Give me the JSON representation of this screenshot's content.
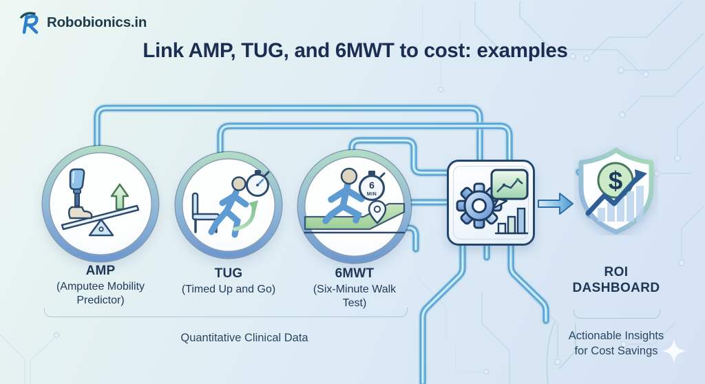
{
  "brand": {
    "name": "Robobionics.in"
  },
  "title": "Link AMP, TUG, and 6MWT to cost: examples",
  "metrics": [
    {
      "id": "amp",
      "abbr": "AMP",
      "full": "(Amputee Mobility Predictor)",
      "icon": "prosthetic-leg-balance-icon"
    },
    {
      "id": "tug",
      "abbr": "TUG",
      "full": "(Timed Up and Go)",
      "icon": "sit-to-stand-timer-icon"
    },
    {
      "id": "6mwt",
      "abbr": "6MWT",
      "full": "(Six-Minute Walk Test)",
      "icon": "walking-test-icon",
      "stopwatch": {
        "value": "6",
        "unit": "MIN"
      }
    }
  ],
  "processor": {
    "icon": "gear-analytics-icon"
  },
  "output": {
    "line1": "ROI",
    "line2": "DASHBOARD",
    "icon": "shield-dollar-growth-icon",
    "dollar": "$"
  },
  "captions": {
    "left": "Quantitative Clinical Data",
    "right1": "Actionable Insights",
    "right2": "for Cost Savings"
  },
  "colors": {
    "navy": "#20395c",
    "pipe_blue": "#4186c0",
    "accent_green": "#a9d8b3",
    "accent_blue": "#5d8fd3",
    "background_top": "#edf7f2",
    "background_bottom": "#d4e2f3"
  }
}
